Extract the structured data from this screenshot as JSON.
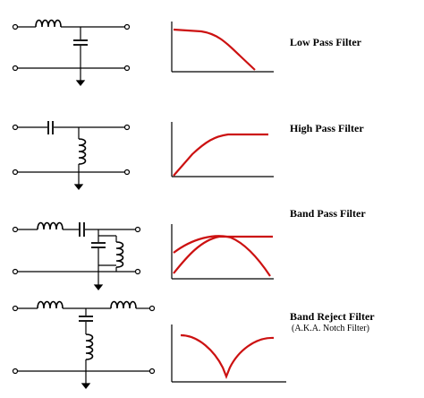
{
  "filters": [
    {
      "id": "low-pass",
      "label": "Low Pass Filter",
      "note": ""
    },
    {
      "id": "high-pass",
      "label": "High Pass Filter",
      "note": ""
    },
    {
      "id": "band-pass",
      "label": "Band Pass Filter",
      "note": ""
    },
    {
      "id": "band-reject",
      "label": "Band Reject Filter",
      "note": "(A.K.A. Notch Filter)"
    }
  ],
  "colors": {
    "wire": "#000000",
    "response_curve": "#cc1111",
    "background": "#ffffff"
  }
}
